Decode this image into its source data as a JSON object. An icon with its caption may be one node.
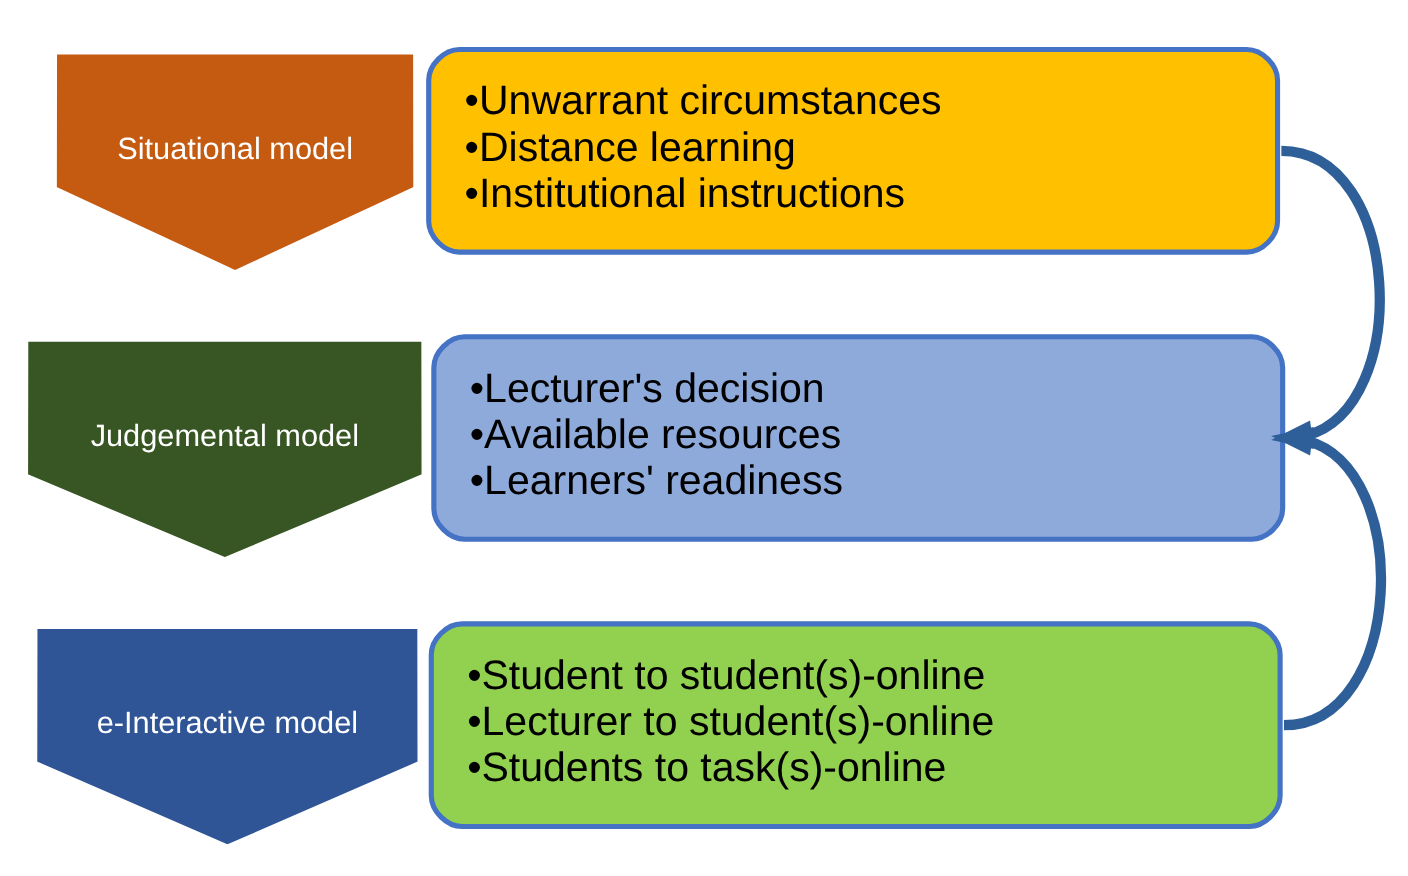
{
  "diagram": {
    "nodes": [
      {
        "text": [
          "Situational model"
        ]
      },
      {
        "text": [
          "•Unwarrant circumstances",
          "•Distance learning",
          "•Institutional instructions"
        ]
      },
      {
        "text": [
          "Judgemental model"
        ]
      },
      {
        "text": [
          "•Lecturer's decision",
          "•Available resources",
          "•Learners' readiness"
        ]
      },
      {
        "text": [
          "e-Interactive model"
        ]
      },
      {
        "text": [
          "•Student to student(s)-online",
          "•Lecturer to student(s)-online",
          "•Students to task(s)-online"
        ]
      }
    ],
    "edges": [
      {
        "from": 1,
        "to": 3,
        "arrow": "to"
      },
      {
        "from": 5,
        "to": 3,
        "arrow": "to"
      }
    ]
  }
}
